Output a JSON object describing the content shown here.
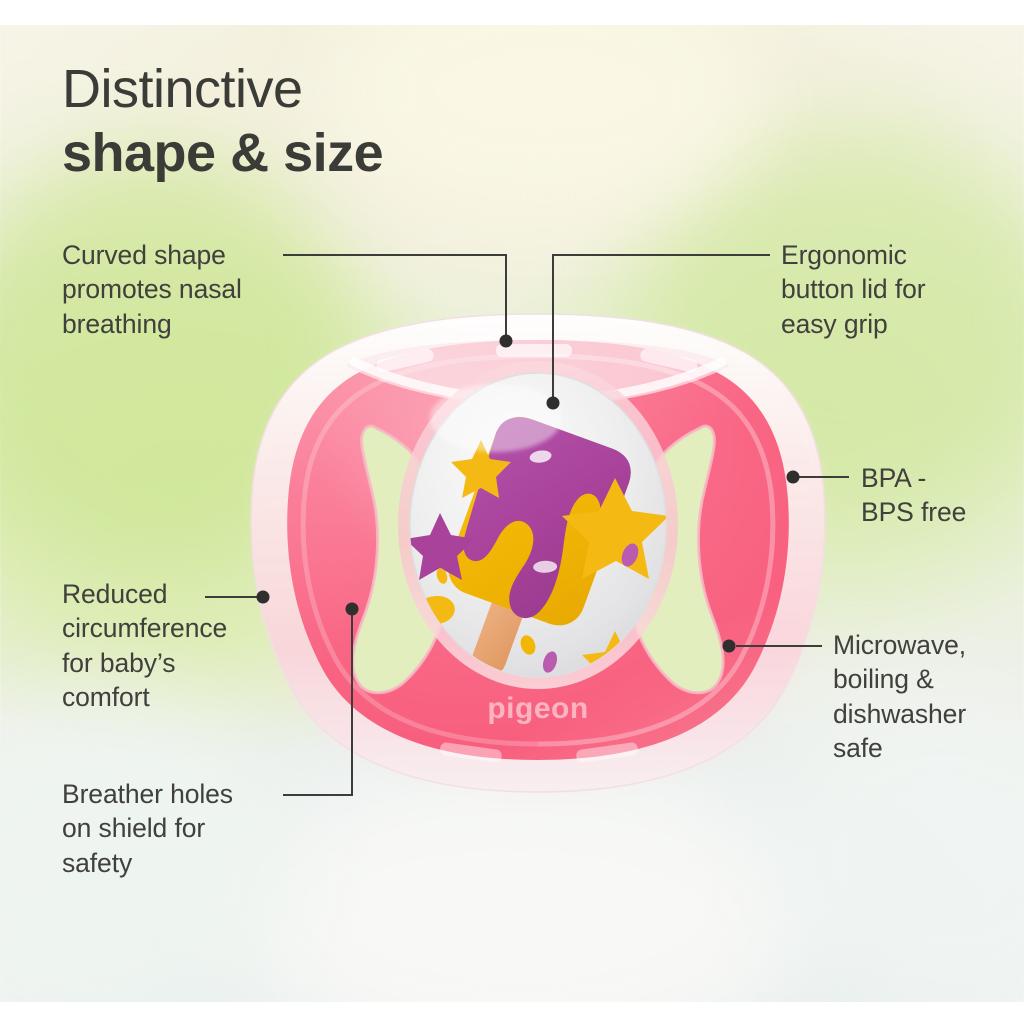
{
  "headline": {
    "line1": "Distinctive",
    "line2": "shape & size"
  },
  "callouts": {
    "curved_shape": {
      "id": "curved-shape-promotes-nasal-breathing",
      "lines": [
        "Curved shape",
        "promotes nasal",
        "breathing"
      ],
      "align": "left"
    },
    "ergonomic_lid": {
      "id": "ergonomic-button-lid-for-easy-grip",
      "lines": [
        "Ergonomic",
        "button lid for",
        "easy grip"
      ],
      "align": "left"
    },
    "bpa_free": {
      "id": "bpa-bps-free",
      "lines": [
        "BPA -",
        "BPS free"
      ],
      "align": "left"
    },
    "reduced_circumference": {
      "id": "reduced-circumference-for-babys-comfort",
      "lines": [
        "Reduced",
        "circumference",
        "for baby’s",
        "comfort"
      ],
      "align": "left"
    },
    "microwave_safe": {
      "id": "microwave-boiling-dishwasher-safe",
      "lines": [
        "Microwave,",
        "boiling &",
        "dishwasher",
        "safe"
      ],
      "align": "left"
    },
    "breather_holes": {
      "id": "breather-holes-on-shield-for-safety",
      "lines": [
        "Breather holes",
        "on shield for",
        "safety"
      ],
      "align": "left"
    }
  },
  "product": {
    "brand_text": "pigeon",
    "type": "baby pacifier / soother",
    "shield_color": "#f9617f",
    "shield_rim_color": "#fbd8dd",
    "button_lid_color": "#e9e9ea",
    "artwork": {
      "name": "ice-cream popsicle",
      "popsicle_body_color": "#f2b705",
      "popsicle_drip_color": "#a8429a",
      "popsicle_stick_color": "#e6a06a",
      "star_yellow": "#f5b913",
      "star_purple": "#a8429a"
    }
  },
  "colors": {
    "text": "#40403c",
    "headline": "#3b3b38",
    "leader_line": "#3c3c3a",
    "leader_dot": "#2f2f2d",
    "background_green": "#dcecb4",
    "background_cream": "#f6f3e2",
    "background_pale": "#f1f4f2"
  }
}
